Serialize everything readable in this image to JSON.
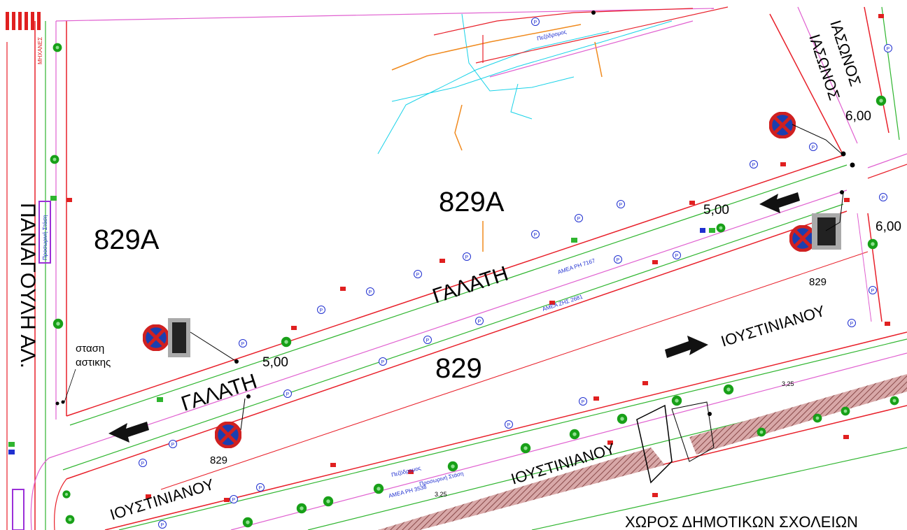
{
  "blocks": {
    "a_left": "829A",
    "a_center": "829A",
    "b_center": "829",
    "b_right": "829",
    "b_sign_bottom": "829"
  },
  "streets": {
    "galati_upper": "ΓΑΛΑΤΗ",
    "galati_lower": "ΓΑΛΑΤΗ",
    "ioustinianou_right": "ΙΟΥΣΤΙΝΙΑΝΟΥ",
    "ioustinianou_mid": "ΙΟΥΣΤΙΝΙΑΝΟΥ",
    "ioustinianou_left": "ΙΟΥΣΤΙΝΙΑΝΟΥ",
    "iasonos_a": "ΙΑΣΩΝΟΣ",
    "iasonos_b": "ΙΑΣΩΝΟΣ",
    "panagouli": "ΠΑΝΑΓΟΥΛΗ ΑΛ.",
    "school_area": "ΧΩΡΟΣ ΔΗΜΟΤΙΚΩΝ ΣΧΟΛΕΙΩΝ"
  },
  "dimensions": {
    "d_6_top": "6,00",
    "d_6_right": "6,00",
    "d_5_right": "5,00",
    "d_5_left": "5,00",
    "d_325_a": "3,25",
    "d_325_b": "3,25"
  },
  "bus_stop": {
    "line1": "σταση",
    "line2": "αστικης"
  },
  "small_labels": {
    "sidewalk_top": "Πεζόδρομος",
    "sidewalk_bottom": "Πεζόδρομος",
    "mixanes": "ΜΗΧΑΝΕΣ",
    "bus_stop_box": "Προσωρινή Στάση",
    "amea_1": "ΑΜΕΑ ΡΗ 7167",
    "amea_2": "ΑΜΕΑ ΖΗΣ 2681",
    "amea_3": "ΑΜΕΑ ΡΗ 3538",
    "temp_stop": "Προσωρινή Στάση"
  },
  "colors": {
    "road_red": "#e8202a",
    "road_green": "#2fb52f",
    "road_magenta": "#e060d0",
    "cyan": "#19d2e8",
    "orange": "#f08a1e",
    "blue": "#2030d0",
    "tree_green": "#18a018",
    "hatch": "#b07070",
    "purple": "#9b30d8",
    "sign_red": "#e02020",
    "sign_blue": "#1b3fb0"
  },
  "icons": [
    "no-parking-sign-icon",
    "tow-truck-icon",
    "arrow-icon",
    "tree-icon",
    "parking-p-icon"
  ]
}
